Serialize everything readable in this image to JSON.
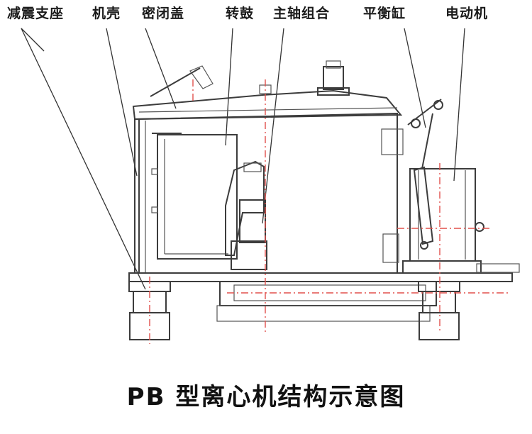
{
  "labels": {
    "damping_support": "减震支座",
    "casing": "机壳",
    "sealed_cover": "密闭盖",
    "drum": "转鼓",
    "spindle_assembly": "主轴组合",
    "balance_cylinder": "平衡缸",
    "motor": "电动机"
  },
  "caption": "PB 型离心机结构示意图",
  "colors": {
    "line": "#3c3c3c",
    "centerline": "#e2504c",
    "shell_fill": "#f3f3f3",
    "dark_fill": "#d8d8d8"
  }
}
